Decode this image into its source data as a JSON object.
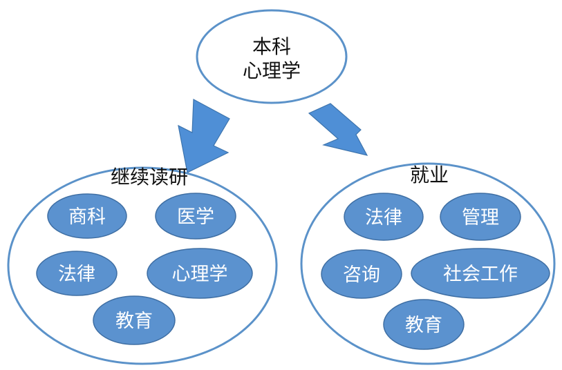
{
  "root": {
    "line1": "本科",
    "line2": "心理学"
  },
  "left": {
    "title": "继续读研",
    "items": [
      "商科",
      "医学",
      "法律",
      "心理学",
      "教育"
    ]
  },
  "right": {
    "title": "就业",
    "items": [
      "法律",
      "管理",
      "咨询",
      "社会工作",
      "教育"
    ]
  },
  "colors": {
    "outline": "#5b92c9",
    "blob_fill": "#5b92cf",
    "arrow_fill": "#4f8fd6",
    "text_dark": "#111111",
    "text_light": "#ffffff"
  }
}
